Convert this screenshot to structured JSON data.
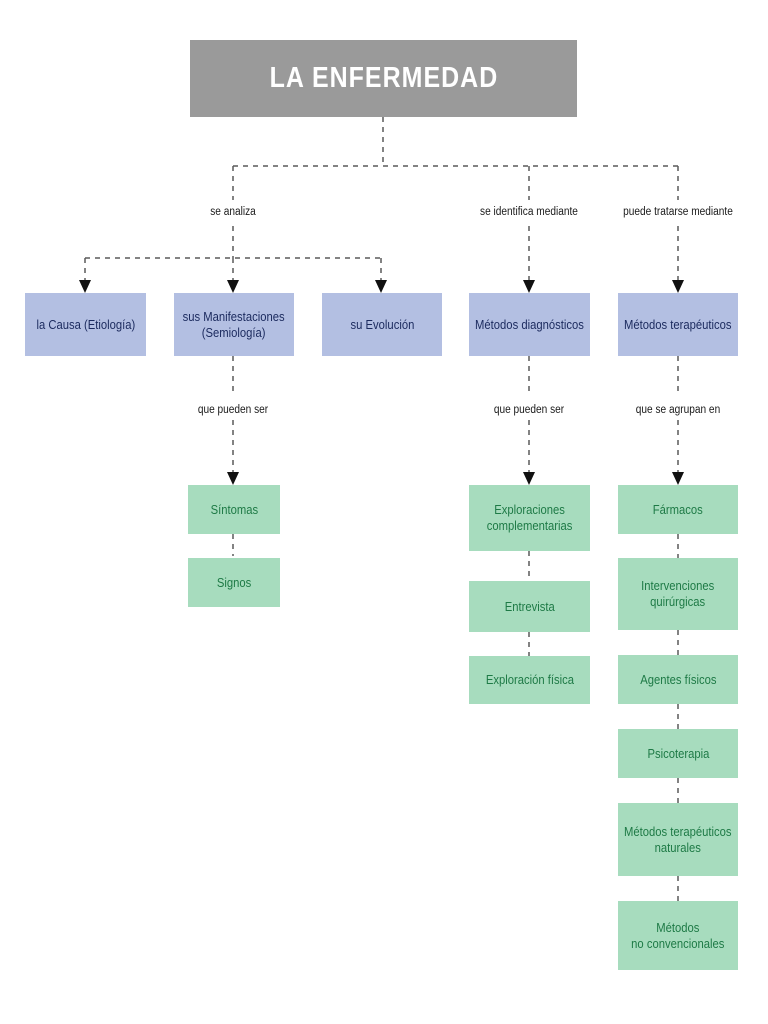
{
  "diagram": {
    "title": "LA ENFERMEDAD",
    "colors": {
      "title_fill": "#9a9a9a",
      "title_text": "#ffffff",
      "blue_fill": "#b3bfe2",
      "blue_text": "#1b2a5e",
      "green_fill": "#a7dcbe",
      "green_text": "#1e7a46",
      "connector": "#5a5a5a",
      "background": "#ffffff"
    },
    "root": {
      "label": "LA ENFERMEDAD"
    },
    "edge_labels": {
      "se_analiza": "se analiza",
      "se_identifica": "se identifica mediante",
      "puede_tratarse": "puede tratarse mediante",
      "que_pueden_ser_1": "que pueden ser",
      "que_pueden_ser_2": "que pueden ser",
      "que_se_agrupan": "que se agrupan en"
    },
    "level1": [
      {
        "label": "la Causa (Etiología)"
      },
      {
        "label": "sus Manifestaciones\n(Semiología)",
        "line1": "sus Manifestaciones",
        "line2": "(Semiología)"
      },
      {
        "label": "su Evolución"
      },
      {
        "label": "Métodos diagnósticos"
      },
      {
        "label": "Métodos terapéuticos"
      }
    ],
    "manifestaciones_children": [
      {
        "label": "Síntomas"
      },
      {
        "label": "Signos"
      }
    ],
    "diagnosticos_children": [
      {
        "line1": "Exploraciones",
        "line2": "complementarias"
      },
      {
        "line1": "Entrevista",
        "line2": ""
      },
      {
        "line1": "Exploración física",
        "line2": ""
      }
    ],
    "terapeuticos_children": [
      {
        "line1": "Fármacos",
        "line2": ""
      },
      {
        "line1": "Intervenciones",
        "line2": "quirúrgicas"
      },
      {
        "line1": "Agentes físicos",
        "line2": ""
      },
      {
        "line1": "Psicoterapia",
        "line2": ""
      },
      {
        "line1": "Métodos terapéuticos",
        "line2": "naturales"
      },
      {
        "line1": "Métodos",
        "line2": "no convencionales"
      }
    ]
  }
}
